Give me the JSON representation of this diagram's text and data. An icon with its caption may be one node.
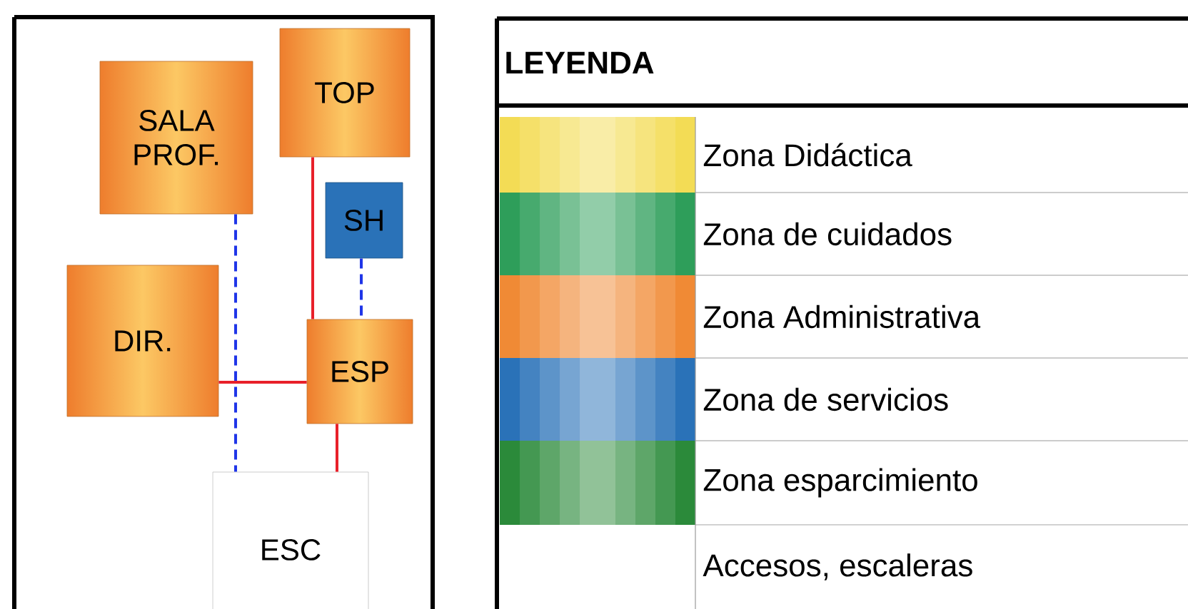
{
  "diagram": {
    "nodes": [
      {
        "text": [
          "SALA PROF."
        ]
      },
      {
        "text": [
          "TOP"
        ]
      },
      {
        "text": [
          "SH"
        ]
      },
      {
        "text": [
          "DIR."
        ]
      },
      {
        "text": [
          "ESP"
        ]
      },
      {
        "text": [
          "ESC"
        ]
      }
    ],
    "edges": [
      {
        "from": 0,
        "to": 5,
        "arrow": "none",
        "style": "dashed",
        "color": "#1f35e8"
      },
      {
        "from": 1,
        "to": 4,
        "arrow": "none"
      },
      {
        "from": 2,
        "to": 4,
        "arrow": "none",
        "style": "dashed",
        "color": "#1f35e8"
      },
      {
        "from": 3,
        "to": 4,
        "arrow": "none"
      },
      {
        "from": 4,
        "to": 5,
        "arrow": "none"
      }
    ],
    "labels": [
      "LEYENDA"
    ],
    "legend": [
      {
        "text": "Zona Didáctica",
        "color": "#f3dc55"
      },
      {
        "text": "Zona de cuidados",
        "color": "#2e9e5a"
      },
      {
        "text": "Zona Administrativa",
        "color": "#f08a35"
      },
      {
        "text": "Zona de servicios",
        "color": "#2a72b8"
      },
      {
        "text": "Zona esparcimiento",
        "color": "#2b8a3a"
      },
      {
        "text": "Accesos, escaleras",
        "color": "#ffffff"
      }
    ]
  }
}
